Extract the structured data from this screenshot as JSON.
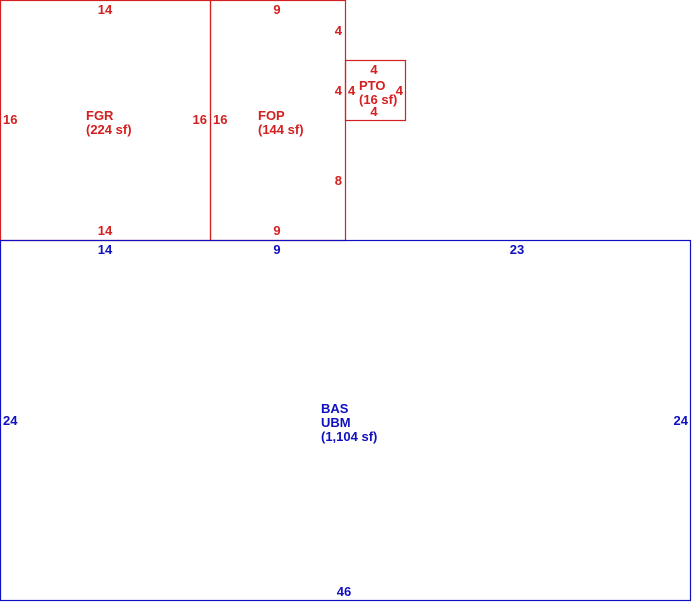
{
  "colors": {
    "outbuilding": "#d42020",
    "main_structure": "#1010c0",
    "background": "#ffffff"
  },
  "areas": {
    "fgr": {
      "code": "FGR",
      "area": "(224 sf)",
      "dims": {
        "top": "14",
        "bottom": "14",
        "left": "16",
        "right": "16"
      }
    },
    "fop": {
      "code": "FOP",
      "area": "(144 sf)",
      "dims": {
        "top": "9",
        "bottom": "9",
        "left": "16",
        "right_upper": "4",
        "right_middle": "4",
        "right_lower": "8"
      }
    },
    "pto": {
      "code": "PTO",
      "area": "(16 sf)",
      "dims": {
        "top": "4",
        "bottom": "4",
        "left": "4",
        "right": "4"
      }
    },
    "bas": {
      "code": "BAS",
      "subcode": "UBM",
      "area": "(1,104 sf)",
      "dims": {
        "top_left": "14",
        "top_middle": "9",
        "top_right": "23",
        "bottom": "46",
        "left": "24",
        "right": "24"
      }
    }
  }
}
